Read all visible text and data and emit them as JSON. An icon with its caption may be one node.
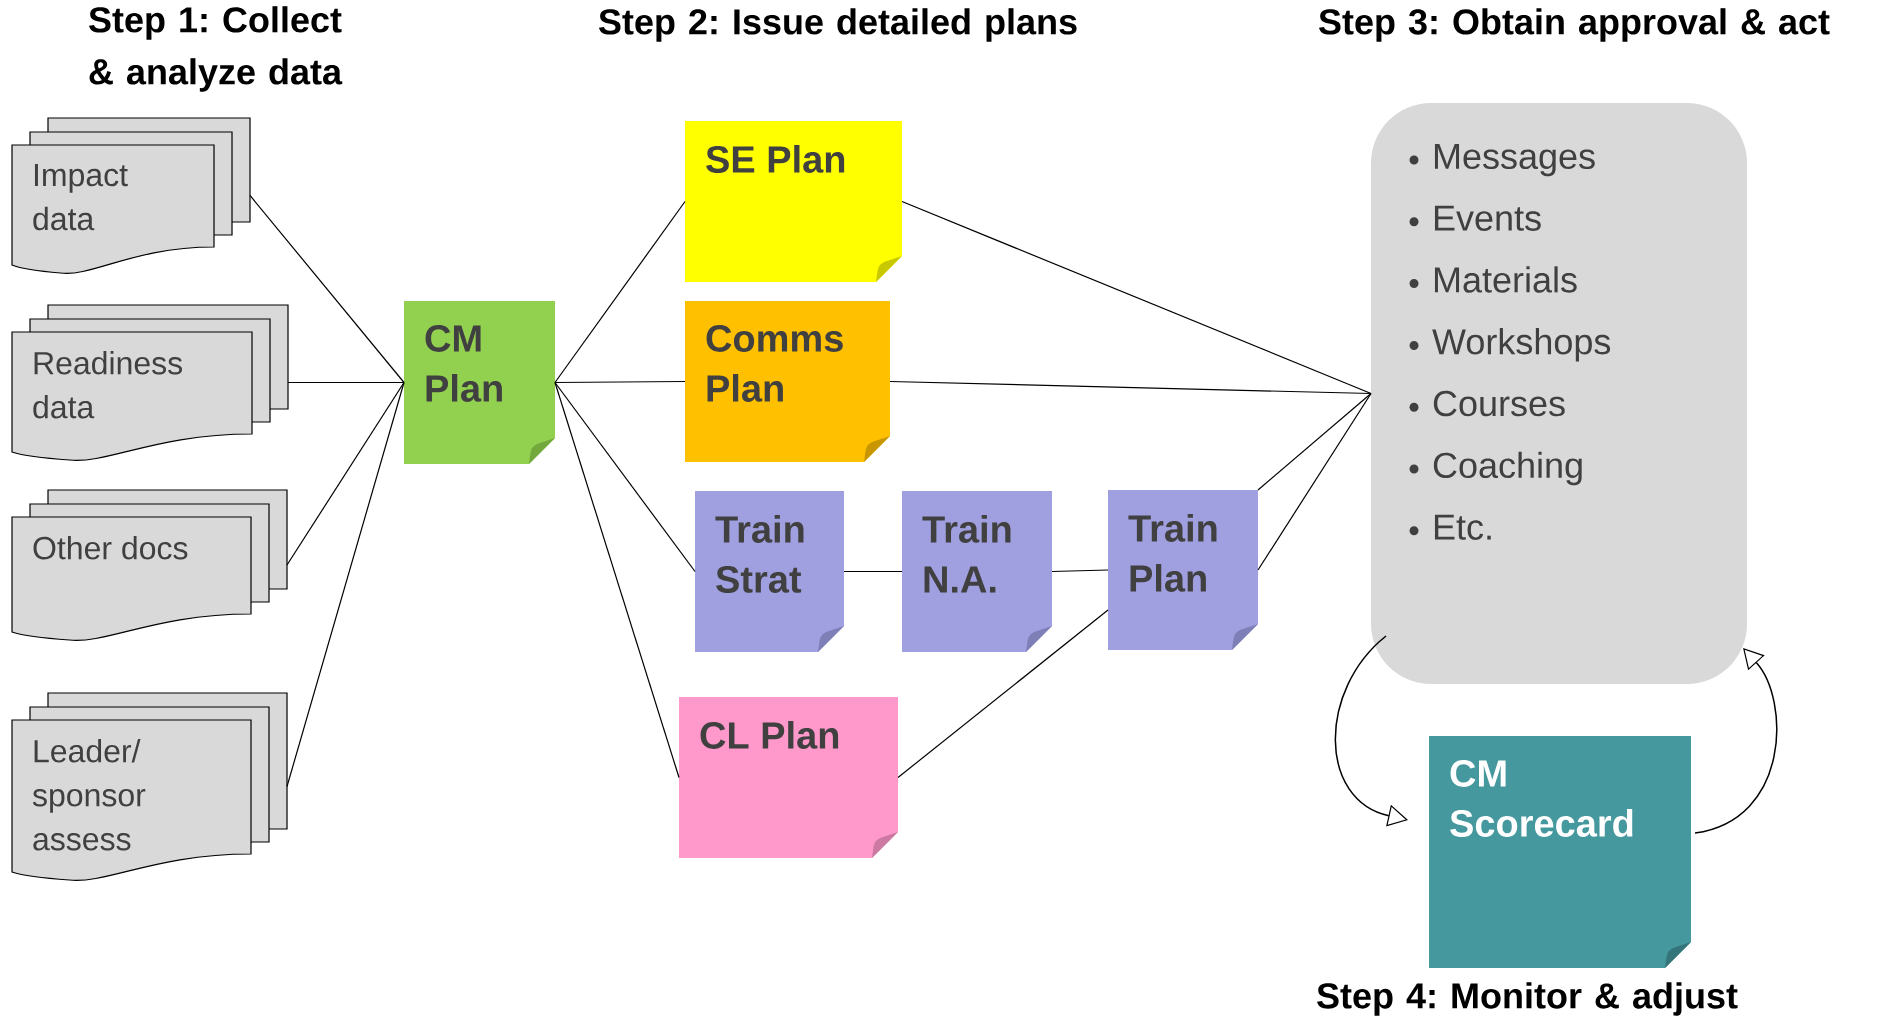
{
  "diagram": {
    "nodes": [
      {
        "text": [
          "Impact data"
        ]
      },
      {
        "text": [
          "Readiness data"
        ]
      },
      {
        "text": [
          "Other docs"
        ]
      },
      {
        "text": [
          "Leader/ sponsor assess"
        ]
      },
      {
        "text": [
          "CM Plan"
        ]
      },
      {
        "text": [
          "SE Plan"
        ]
      },
      {
        "text": [
          "Comms Plan"
        ]
      },
      {
        "text": [
          "Train Strat"
        ]
      },
      {
        "text": [
          "Train N.A."
        ]
      },
      {
        "text": [
          "Train Plan"
        ]
      },
      {
        "text": [
          "CL Plan"
        ]
      },
      {
        "text": [
          "Messages",
          "Events",
          "Materials",
          "Workshops",
          "Courses",
          "Coaching",
          "Etc."
        ]
      },
      {
        "text": [
          "CM Scorecard"
        ]
      }
    ],
    "edges": [
      {
        "from": 0,
        "to": 4,
        "arrow": "none"
      },
      {
        "from": 1,
        "to": 4,
        "arrow": "none"
      },
      {
        "from": 2,
        "to": 4,
        "arrow": "none"
      },
      {
        "from": 3,
        "to": 4,
        "arrow": "none"
      },
      {
        "from": 4,
        "to": 5,
        "arrow": "none"
      },
      {
        "from": 4,
        "to": 6,
        "arrow": "none"
      },
      {
        "from": 4,
        "to": 7,
        "arrow": "none"
      },
      {
        "from": 4,
        "to": 10,
        "arrow": "none"
      },
      {
        "from": 7,
        "to": 8,
        "arrow": "none"
      },
      {
        "from": 8,
        "to": 9,
        "arrow": "none"
      },
      {
        "from": 10,
        "to": 9,
        "arrow": "none"
      },
      {
        "from": 5,
        "to": 11,
        "arrow": "none"
      },
      {
        "from": 6,
        "to": 11,
        "arrow": "none"
      },
      {
        "from": 9,
        "to": 11,
        "arrow": "none"
      },
      {
        "from": 9,
        "to": 11,
        "arrow": "none"
      },
      {
        "from": 11,
        "to": 12,
        "arrow": "to"
      },
      {
        "from": 12,
        "to": 11,
        "arrow": "to"
      }
    ],
    "labels": [
      "Step 1: Collect & analyze data",
      "Step 2: Issue detailed plans",
      "Step 3: Obtain approval & act",
      "Step 4: Monitor & adjust"
    ]
  }
}
